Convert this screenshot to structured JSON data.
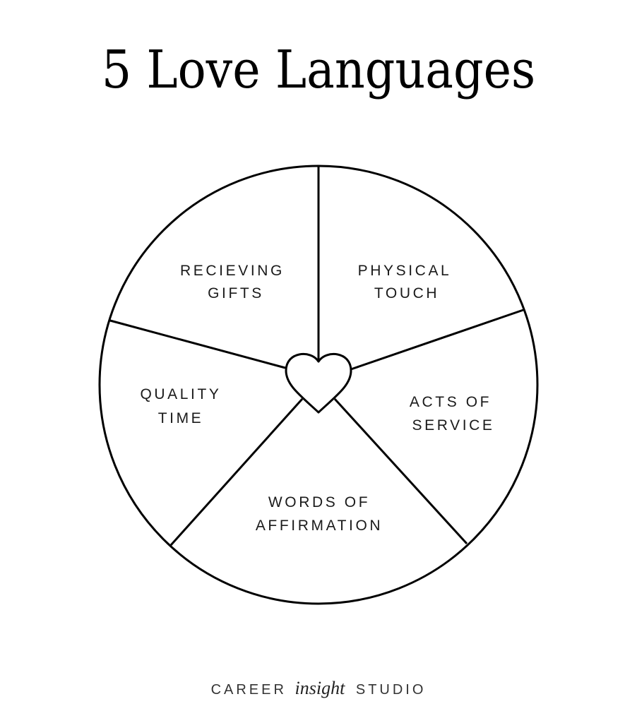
{
  "title": "5 Love Languages",
  "wheel": {
    "center_icon": "heart-icon",
    "segments": [
      {
        "line1": "RECIEVING",
        "line2": "GIFTS"
      },
      {
        "line1": "PHYSICAL",
        "line2": "TOUCH"
      },
      {
        "line1": "ACTS OF",
        "line2": "SERVICE"
      },
      {
        "line1": "WORDS OF",
        "line2": "AFFIRMATION"
      },
      {
        "line1": "QUALITY",
        "line2": "TIME"
      }
    ]
  },
  "footer": {
    "part1": "CAREER",
    "part2": "insight",
    "part3": "STUDIO"
  },
  "colors": {
    "stroke": "#000000",
    "background": "#ffffff",
    "text": "#1a1a1a"
  }
}
